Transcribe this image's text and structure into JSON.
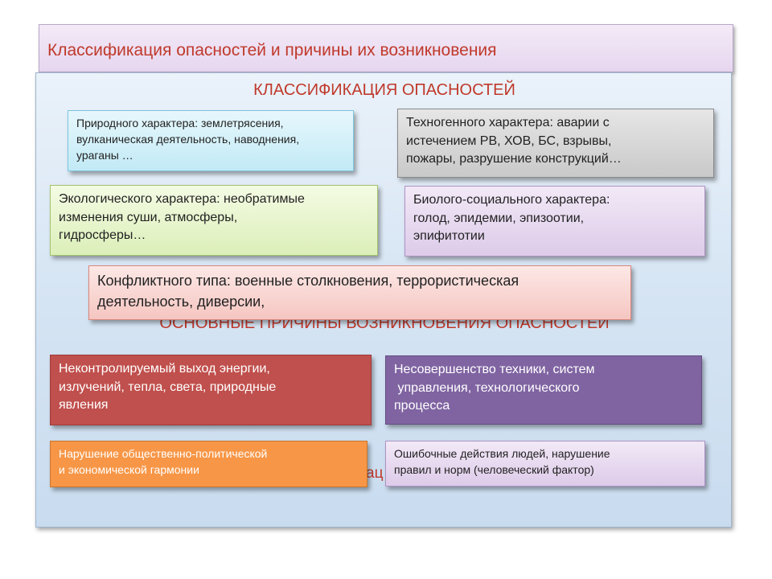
{
  "slide": {
    "title": "Классификация опасностей и причины их возникновения"
  },
  "classification": {
    "heading": "КЛАССИФИКАЦИЯ ОПАСНОСТЕЙ",
    "natural": [
      "Природного характера: землетрясения,",
      "вулканическая деятельность, наводнения,",
      "ураганы …"
    ],
    "technogenic": [
      "Техногенного характера: аварии с",
      "истечением РВ, ХОВ, БС, взрывы,",
      "пожары, разрушение конструкций…"
    ],
    "ecological": [
      "Экологического характера: необратимые",
      "изменения суши, атмосферы,",
      "гидросферы…"
    ],
    "biosocial": [
      "Биолого-социального характера:",
      "голод, эпидемии, эпизоотии,",
      "эпифитотии"
    ],
    "conflict": [
      "Конфликтного типа: военные столкновения, террористическая",
      "деятельность, диверсии,"
    ]
  },
  "causes": {
    "heading": "ОСНОВНЫЕ ПРИЧИНЫ ВОЗНИКНОВЕНИЯ ОПАСНОСТЕЙ",
    "energy": [
      "Неконтролируемый выход энергии,",
      "излучений, тепла, света, природные",
      "явления"
    ],
    "tech_imperfection": [
      "Несовершенство техники, систем",
      " управления, технологического",
      "процесса"
    ],
    "social_disorder": [
      "Нарушение общественно-политической",
      "и экономической гармонии"
    ],
    "human_error": [
      "Ошибочные действия людей, нарушение",
      "правил и норм (человеческий фактор)"
    ],
    "hidden_fragment": "ац"
  },
  "colors": {
    "accent_red": "#c0392b",
    "panel_blue": "#d5e4f3",
    "card_red": "#c0504d",
    "card_purple": "#8064a2",
    "card_orange": "#f79646"
  }
}
